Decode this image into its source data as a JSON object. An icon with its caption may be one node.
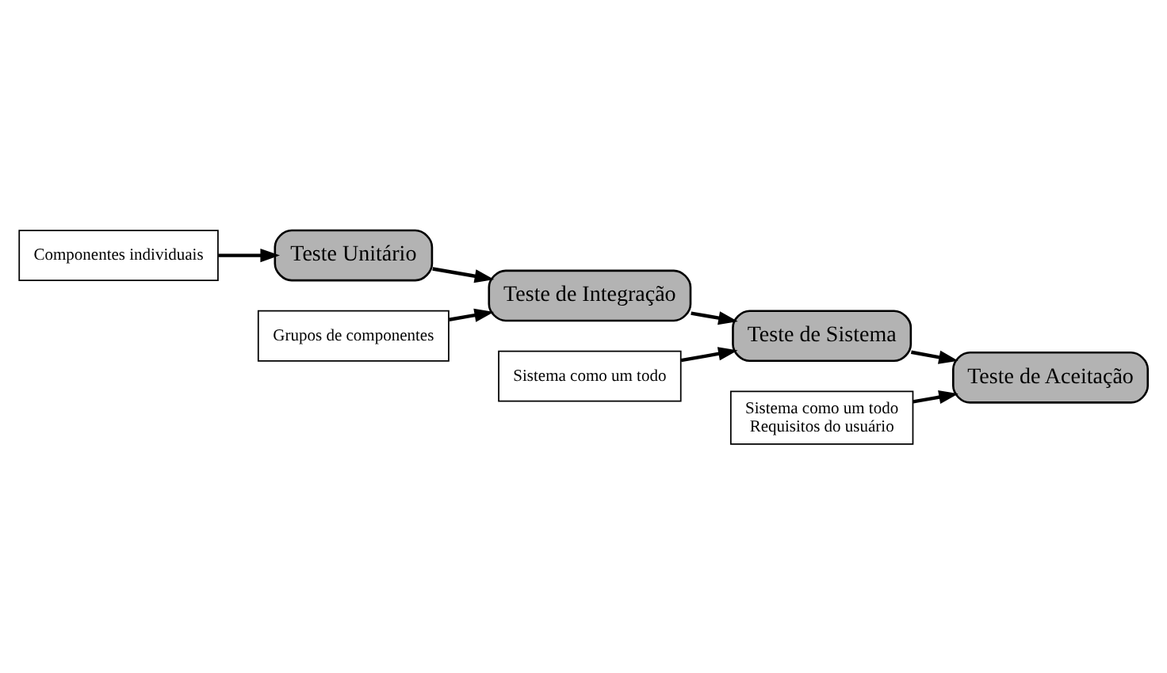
{
  "diagram": {
    "nodes": [
      {
        "text": [
          "Componentes individuais"
        ]
      },
      {
        "text": [
          "Teste Unitário"
        ]
      },
      {
        "text": [
          "Grupos de componentes"
        ]
      },
      {
        "text": [
          "Teste de Integração"
        ]
      },
      {
        "text": [
          "Sistema como um todo"
        ]
      },
      {
        "text": [
          "Teste de Sistema"
        ]
      },
      {
        "text": [
          "Sistema como um todo",
          "Requisitos do usuário"
        ]
      },
      {
        "text": [
          "Teste de Aceitação"
        ]
      }
    ],
    "edges": [
      {
        "from": 0,
        "to": 1,
        "arrow": "to"
      },
      {
        "from": 1,
        "to": 3,
        "arrow": "to"
      },
      {
        "from": 2,
        "to": 3,
        "arrow": "to"
      },
      {
        "from": 3,
        "to": 5,
        "arrow": "to"
      },
      {
        "from": 4,
        "to": 5,
        "arrow": "to"
      },
      {
        "from": 5,
        "to": 7,
        "arrow": "to"
      },
      {
        "from": 6,
        "to": 7,
        "arrow": "to"
      }
    ]
  }
}
